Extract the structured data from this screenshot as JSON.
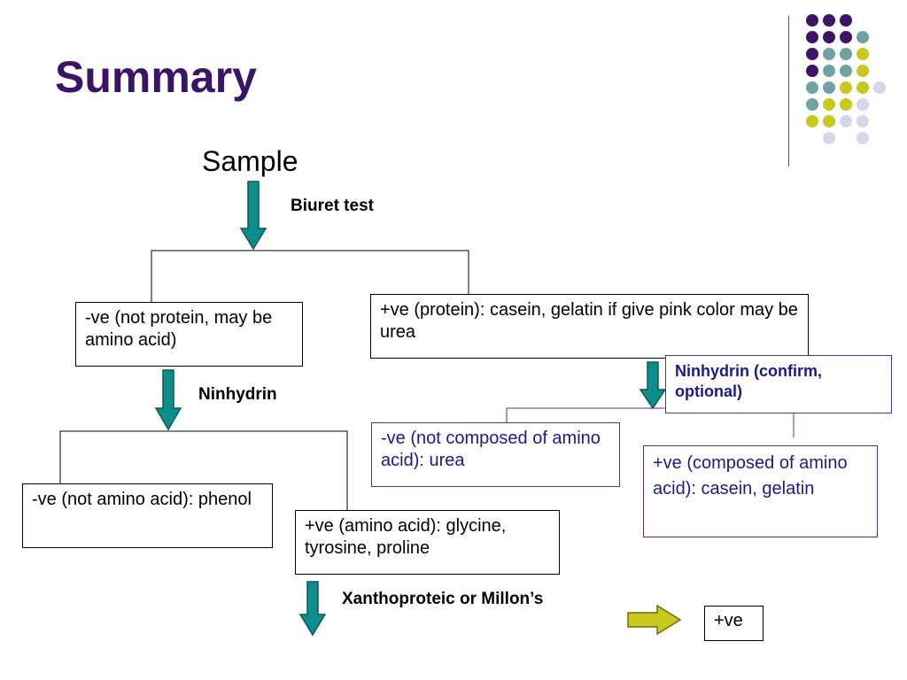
{
  "title": "Summary",
  "sample": "Sample",
  "tests": {
    "biuret": "Biuret test",
    "ninhydrin": "Ninhydrin",
    "ninhydrin_confirm": "Ninhydrin (confirm, optional)",
    "xantho": "Xanthoproteic or Millon’s"
  },
  "boxes": {
    "neg_protein": "-ve (not protein, may be amino acid)",
    "pos_protein": "+ve (protein): casein, gelatin if give pink color may be urea",
    "neg_amino": "-ve (not amino acid): phenol",
    "pos_amino": "+ve (amino acid): glycine, tyrosine, proline",
    "neg_composed": "-ve (not composed of amino acid): urea",
    "pos_composed": "+ve (composed of amino acid): casein, gelatin",
    "final_pos": "+ve"
  },
  "colors": {
    "title": "#3b1466",
    "arrow_teal": "#0f8c8c",
    "arrow_yellow": "#c8c81e",
    "purple_border": "#5b2d8e",
    "dot_purple": "#3b1466",
    "dot_teal": "#6fa3a3",
    "dot_yellow": "#c8c81e",
    "dot_lavender": "#d6d6ea"
  }
}
